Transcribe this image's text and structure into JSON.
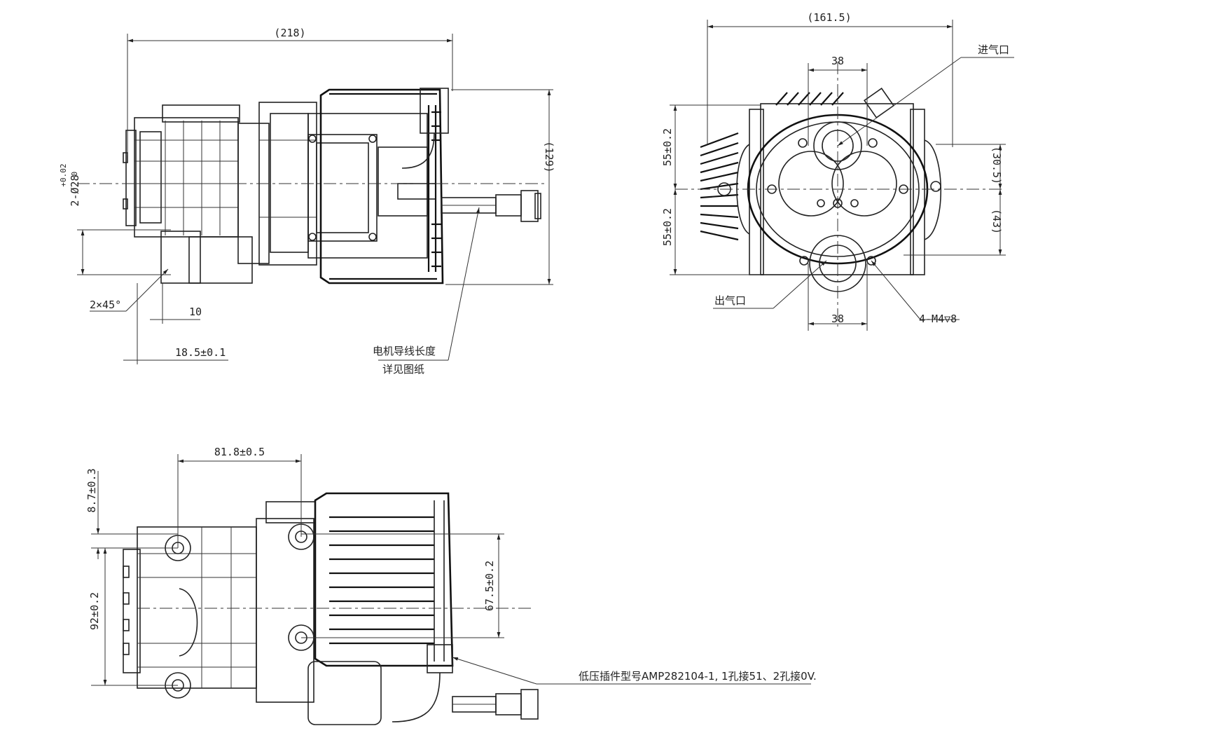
{
  "views": {
    "side": {
      "overall_length": "(218)",
      "height": "(129)",
      "bore": "2-Ø28",
      "bore_tol": "+0.02",
      "bore_tol_lower": "0",
      "chamfer": "2×45°",
      "depth": "10",
      "offset": "18.5±0.1",
      "note_line1": "电机导线长度",
      "note_line2": "详见图纸"
    },
    "end": {
      "overall_width": "(161.5)",
      "inlet_spacing": "38",
      "outlet_spacing": "38",
      "upper_height": "55±0.2",
      "lower_height": "55±0.2",
      "right_upper": "(30.5)",
      "right_lower": "(43)",
      "inlet_label": "进气口",
      "outlet_label": "出气口",
      "thread_callout": "4-M4▽8"
    },
    "top": {
      "hole_spacing": "81.8±0.5",
      "edge_offset": "8.7±0.3",
      "hole_pitch_left": "92±0.2",
      "hole_pitch_right": "67.5±0.2",
      "connector_note": "低压插件型号AMP282104-1, 1孔接51、2孔接0V."
    }
  }
}
